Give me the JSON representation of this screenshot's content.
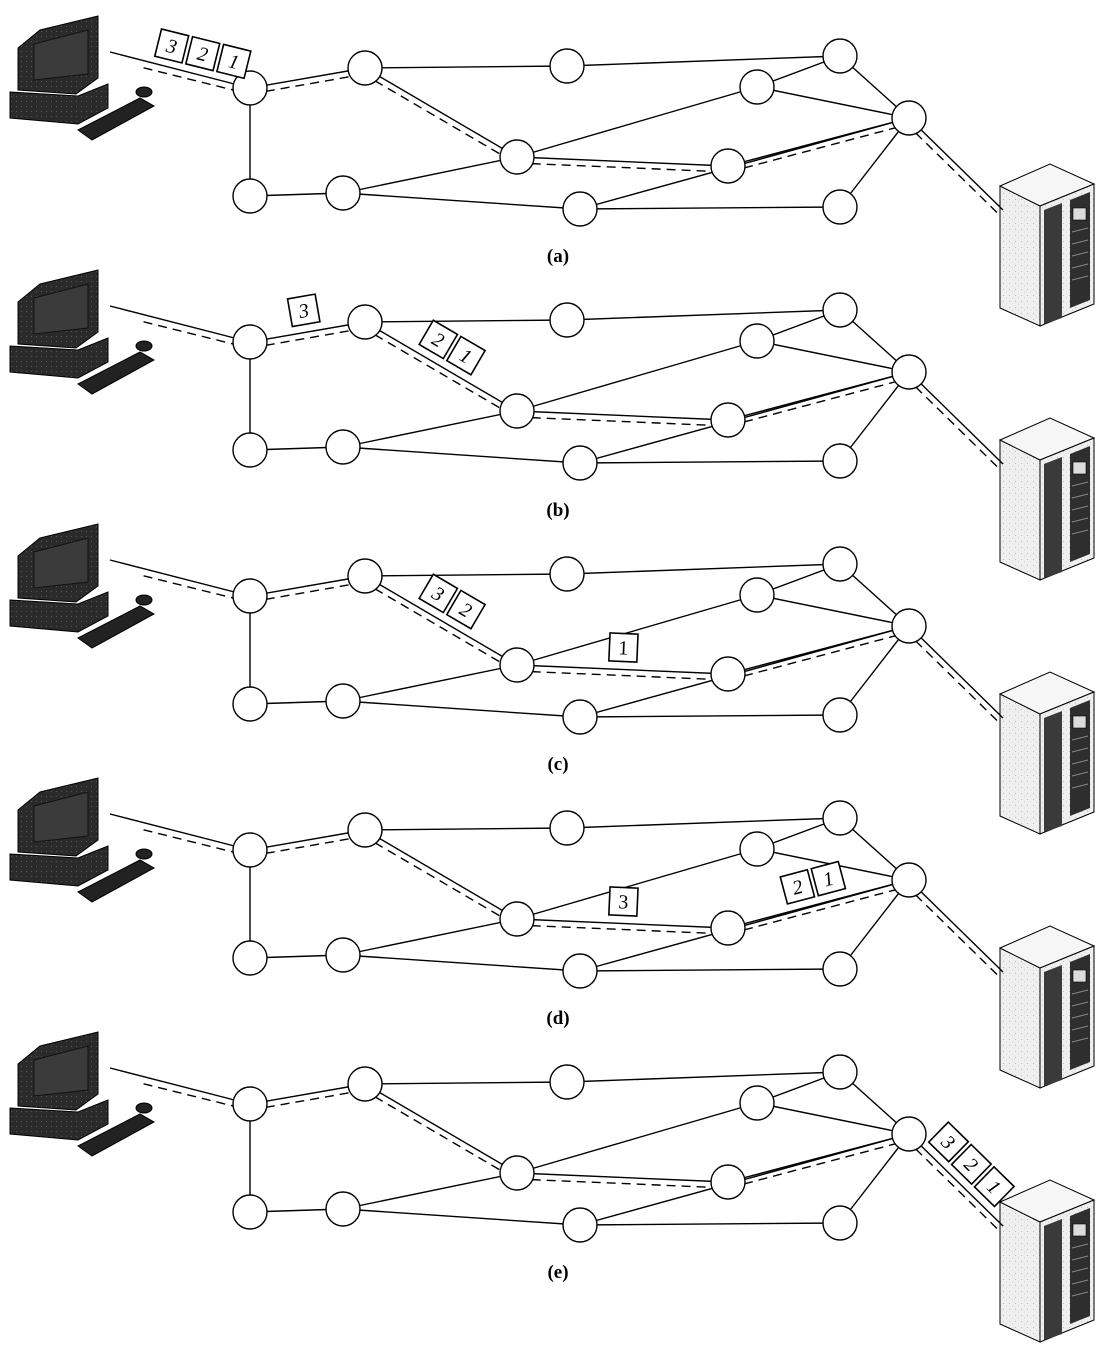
{
  "panels": [
    {
      "label": "(a)",
      "packets": [
        {
          "segment": "host-to-router",
          "labels": [
            "3",
            "2",
            "1"
          ]
        }
      ]
    },
    {
      "label": "(b)",
      "packets": [
        {
          "segment": "router-1-to-router-2",
          "labels": [
            "3"
          ]
        },
        {
          "segment": "router-2-to-router-4",
          "labels": [
            "2",
            "1"
          ]
        }
      ]
    },
    {
      "label": "(c)",
      "packets": [
        {
          "segment": "router-2-to-router-4",
          "labels": [
            "3",
            "2"
          ]
        },
        {
          "segment": "router-4-to-router-5",
          "labels": [
            "1"
          ]
        }
      ]
    },
    {
      "label": "(d)",
      "packets": [
        {
          "segment": "router-4-to-router-5",
          "labels": [
            "3"
          ]
        },
        {
          "segment": "router-5-to-router-7",
          "labels": [
            "2",
            "1"
          ]
        }
      ]
    },
    {
      "label": "(e)",
      "packets": [
        {
          "segment": "router-7-to-server",
          "labels": [
            "3",
            "2",
            "1"
          ]
        }
      ]
    }
  ],
  "icons": {
    "host": "desktop-computer-icon",
    "server": "server-tower-icon",
    "router": "router-node-circle"
  },
  "colors": {
    "line": "#000000",
    "node_fill": "#ffffff",
    "device_dark": "#2b2b2b",
    "server_light": "#eeeeee"
  }
}
